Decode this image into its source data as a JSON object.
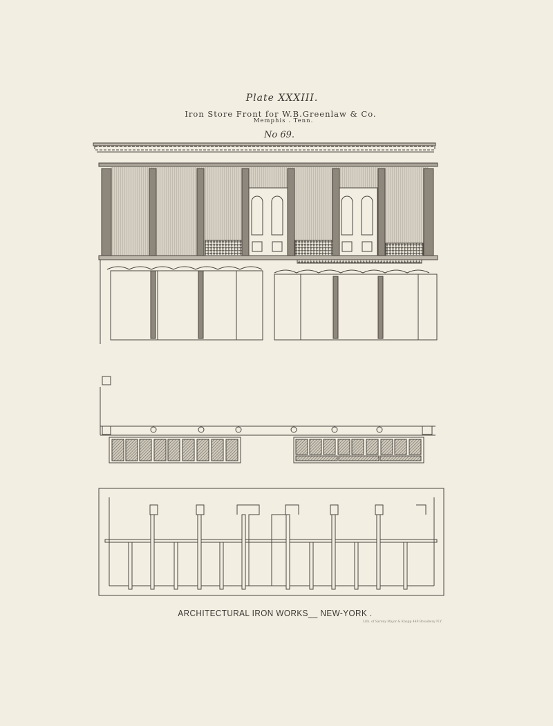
{
  "plate": {
    "plate_label": "Plate XXXIII.",
    "subtitle": "Iron Store Front for W.B.Greenlaw & Co.",
    "location": "Memphis . Tenn.",
    "number": "No 69."
  },
  "footer": {
    "caption": "ARCHITECTURAL IRON WORKS__ NEW-YORK .",
    "imprint": "Lith. of Sarony Major & Knapp 449 Broadway N.Y."
  },
  "colors": {
    "paper": "#f3eee2",
    "ink": "#3a3632"
  }
}
